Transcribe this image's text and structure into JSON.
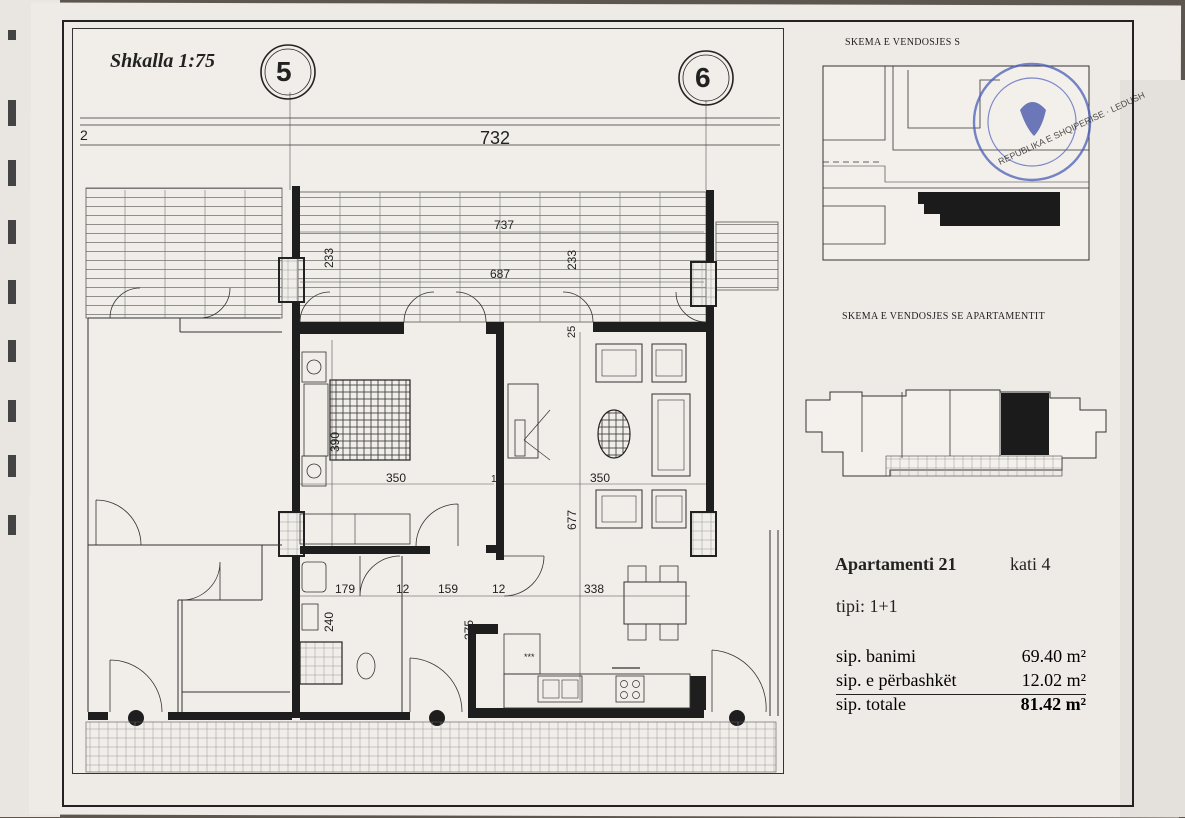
{
  "plan": {
    "scale_label": "Shkalla 1:75",
    "axis_left": "5",
    "axis_right": "6",
    "dim_top_left": "2",
    "dim_total": "732",
    "dims": {
      "balcony_outer": "737",
      "balcony_inner": "687",
      "balcony_depth_left": "233",
      "balcony_depth_right": "233",
      "wall_small": "25",
      "bedroom_depth": "390",
      "bedroom_width": "350",
      "wall_mid": "12",
      "living_width": "350",
      "living_depth": "677",
      "bath_width": "179",
      "wall_a": "12",
      "hall_width": "159",
      "wall_b": "12",
      "kitchen_width": "338",
      "bath_depth": "240",
      "kitchen_depth": "275"
    }
  },
  "sidebar": {
    "site_scheme_title": "SKEMA E VENDOSJES S",
    "apartment_scheme_title": "SKEMA E VENDOSJES SE APARTAMENTIT",
    "stamp_text": "REPUBLIKA E SHQIPERISE · LEDUSH"
  },
  "apartment": {
    "name": "Apartamenti 21",
    "floor": "kati 4",
    "type": "tipi: 1+1",
    "areas": [
      {
        "label": "sip. banimi",
        "value": "69.40 m²"
      },
      {
        "label": "sip. e përbashkët",
        "value": "12.02 m²"
      },
      {
        "label": "sip. totale",
        "value": "81.42 m²"
      }
    ]
  }
}
